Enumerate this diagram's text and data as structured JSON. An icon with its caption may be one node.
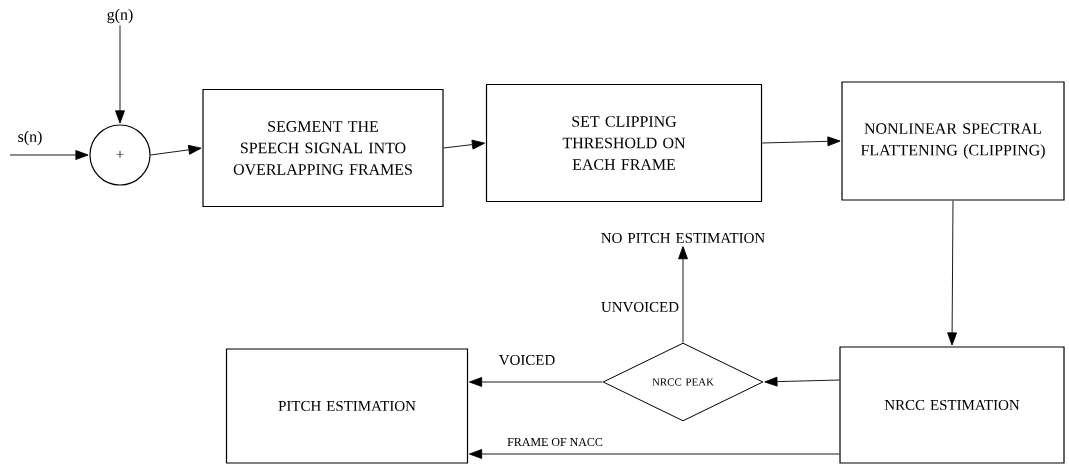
{
  "diagram": {
    "nodes": [
      {
        "text": [
          "g(n)"
        ]
      },
      {
        "text": [
          "+"
        ]
      },
      {
        "text": [
          "SEGMENT THE SPEECH SIGNAL INTO OVERLAPPING FRAMES"
        ]
      },
      {
        "text": [
          "SET CLIPPING THRESHOLD ON EACH FRAME"
        ]
      },
      {
        "text": [
          "NONLINEAR SPECTRAL FLATTENING (CLIPPING)"
        ]
      },
      {
        "text": [
          "NRCC ESTIMATION"
        ]
      },
      {
        "text": [
          "NRCC PEAK"
        ]
      },
      {
        "text": [
          "NO PITCH ESTIMATION"
        ]
      },
      {
        "text": [
          "PITCH ESTIMATION"
        ]
      }
    ],
    "edges": [
      {
        "from": null,
        "to": 1,
        "arrow": "to",
        "label": "s(n)"
      },
      {
        "from": 0,
        "to": 1,
        "arrow": "to"
      },
      {
        "from": 1,
        "to": 2,
        "arrow": "to"
      },
      {
        "from": 2,
        "to": 3,
        "arrow": "to"
      },
      {
        "from": 3,
        "to": 4,
        "arrow": "to"
      },
      {
        "from": 4,
        "to": 5,
        "arrow": "to"
      },
      {
        "from": 5,
        "to": 6,
        "arrow": "to"
      },
      {
        "from": 6,
        "to": 8,
        "arrow": "to",
        "label": "VOICED"
      },
      {
        "from": 6,
        "to": 7,
        "arrow": "to",
        "label": "UNVOICED"
      },
      {
        "from": 5,
        "to": 8,
        "arrow": "to",
        "label": "FRAME OF NACC"
      }
    ]
  }
}
